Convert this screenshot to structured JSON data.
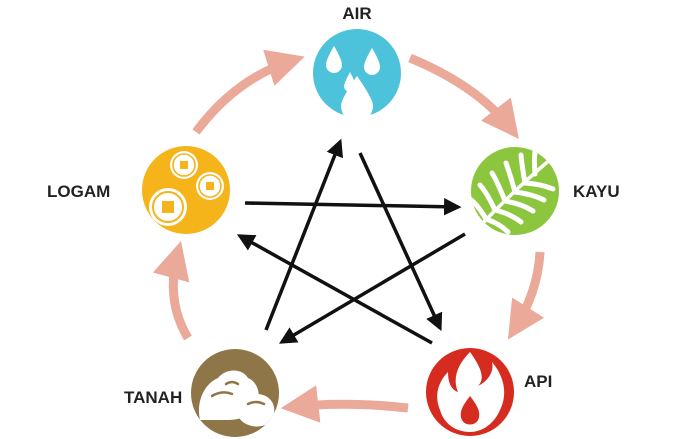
{
  "elements": {
    "air": {
      "label": "AIR",
      "color": "#4cc3da",
      "icon": "water-drops-icon"
    },
    "kayu": {
      "label": "KAYU",
      "color": "#8cc63f",
      "icon": "leaf-icon"
    },
    "api": {
      "label": "API",
      "color": "#d62b1f",
      "icon": "flame-icon"
    },
    "tanah": {
      "label": "TANAH",
      "color": "#8f7648",
      "icon": "rocks-icon"
    },
    "logam": {
      "label": "LOGAM",
      "color": "#f4b41a",
      "icon": "coins-icon"
    }
  },
  "cycle_order": [
    "air",
    "kayu",
    "api",
    "tanah",
    "logam"
  ],
  "cycle_arrow_color": "#eba99a",
  "control_order": [
    "air",
    "api",
    "logam",
    "kayu",
    "tanah"
  ],
  "control_arrow_color": "#111111"
}
